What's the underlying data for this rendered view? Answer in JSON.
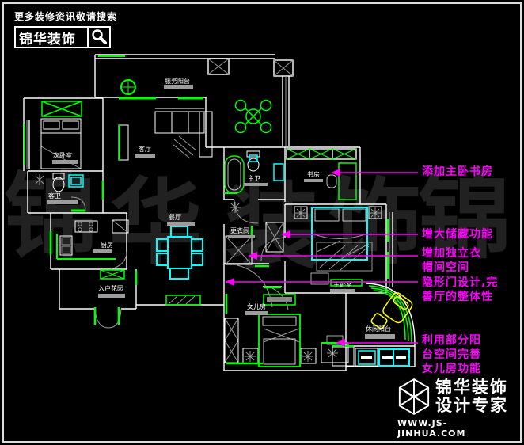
{
  "header": {
    "tagline": "更多装修资讯敬请搜索",
    "brand": "锦华装饰",
    "search_icon": "magnifier-icon"
  },
  "watermark": {
    "chars": [
      "锦",
      "华",
      "装",
      "饰",
      "锦"
    ]
  },
  "plan": {
    "rooms": [
      {
        "label": "服务阳台"
      },
      {
        "label": "次卧室"
      },
      {
        "label": "客厅"
      },
      {
        "label": "客卫"
      },
      {
        "label": "厨房"
      },
      {
        "label": "餐厅"
      },
      {
        "label": "入户花园"
      },
      {
        "label": "主卫"
      },
      {
        "label": "书房"
      },
      {
        "label": "更衣间"
      },
      {
        "label": "主卧室"
      },
      {
        "label": "女儿房"
      },
      {
        "label": "休闲阳台"
      }
    ]
  },
  "annotations": [
    {
      "text": "添加主卧书房"
    },
    {
      "text": "增大储藏功能"
    },
    {
      "text": "增加独立衣\n帽间空间"
    },
    {
      "text": "隐形门设计,完\n善厅的整体性"
    },
    {
      "text": "利用部分阳\n台空间完善\n女儿房功能"
    }
  ],
  "logo": {
    "brand_line1": "锦华装饰",
    "brand_line2": "设计专家",
    "website": "WWW.JS-JINHUA.COM"
  },
  "colors": {
    "wall": "#ffffff",
    "window_door": "#00ff00",
    "fixture": "#00ffff",
    "callout": "#ff00ff",
    "lounge_chair": "#ffff00",
    "label_bar": "#9c9c9c",
    "background": "#000000"
  }
}
